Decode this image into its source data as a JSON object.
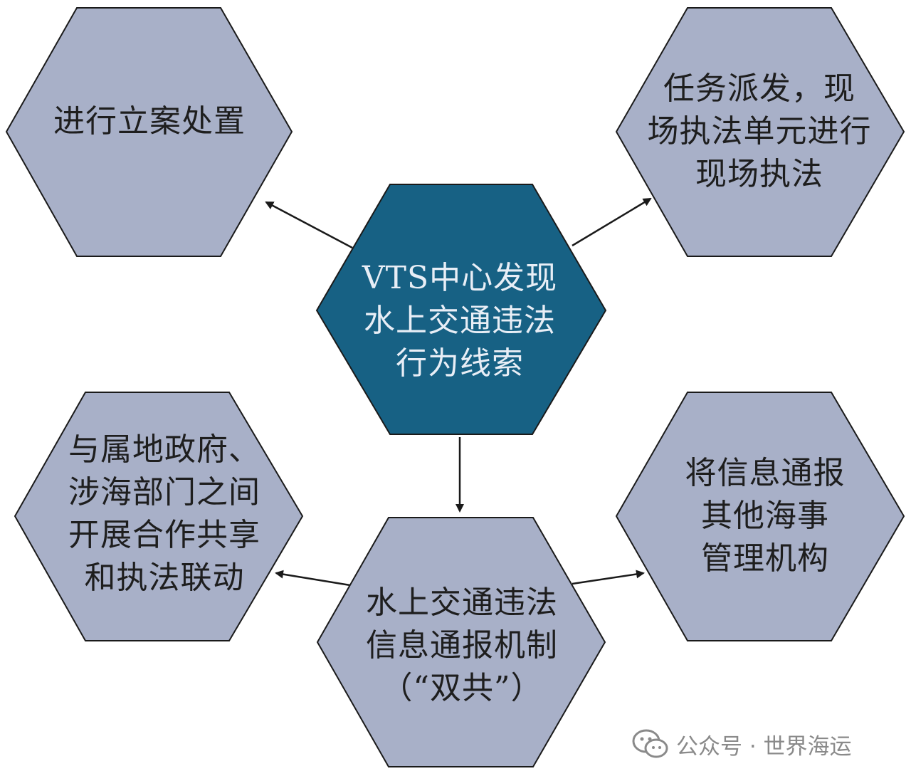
{
  "colors": {
    "center_fill": "#176184",
    "node_fill": "#a8b0c8",
    "stroke": "#1a1a1a",
    "arrow": "#1a1a1a",
    "watermark": "#8a8a8a"
  },
  "nodes": {
    "center": {
      "lines": [
        "VTS中心发现",
        "水上交通违法",
        "行为线索"
      ]
    },
    "top_left": {
      "lines": [
        "进行立案处置"
      ]
    },
    "top_right": {
      "lines": [
        "任务派发，现",
        "场执法单元进行",
        "现场执法"
      ]
    },
    "bottom_center": {
      "lines": [
        "水上交通违法",
        "信息通报机制",
        "（“双共”）"
      ]
    },
    "bottom_left": {
      "lines": [
        "与属地政府、",
        "涉海部门之间",
        "开展合作共享",
        "和执法联动"
      ]
    },
    "bottom_right": {
      "lines": [
        "将信息通报",
        "其他海事",
        "管理机构"
      ]
    }
  },
  "watermark": {
    "icon": "wechat-icon",
    "text": "公众号 · 世界海运"
  }
}
